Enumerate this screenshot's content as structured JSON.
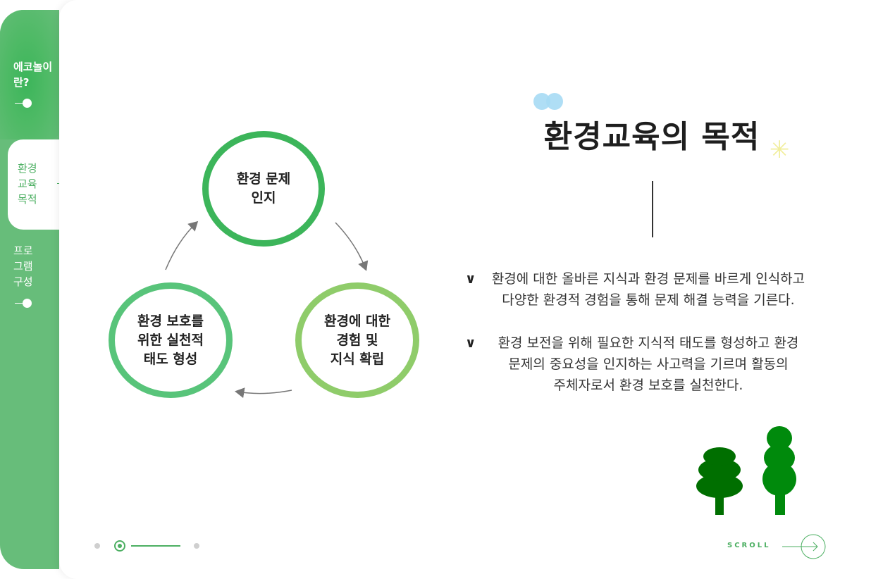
{
  "sidebar": {
    "items": [
      {
        "label": "에코놀이\n란?",
        "state": "default"
      },
      {
        "label": "환경\n교육\n목적",
        "state": "active"
      },
      {
        "label": "프로\n그램\n구성",
        "state": "default"
      }
    ]
  },
  "diagram": {
    "steps": [
      {
        "label": "환경 문제\n인지",
        "color": "#3cb55a"
      },
      {
        "label": "환경에 대한\n경험 및\n지식 확립",
        "color": "#8fcc6a"
      },
      {
        "label": "환경 보호를\n위한 실천적\n태도 형성",
        "color": "#58c47a"
      }
    ]
  },
  "content": {
    "title": "환경교육의 목적",
    "bullets": [
      {
        "check": "∨",
        "text": "환경에 대한 올바른 지식과 환경 문제를 바르게 인식하고\n다양한 환경적 경험을 통해 문제 해결 능력을 기른다."
      },
      {
        "check": "∨",
        "text": "환경 보전을 위해 필요한 지식적 태도를 형성하고 환경\n문제의 중요성을 인지하는 사고력을 기르며 활동의\n주체자로서 환경 보호를 실천한다."
      }
    ]
  },
  "pagination": {
    "current": 2,
    "total": 3
  },
  "scroll": {
    "label": "SCROLL"
  },
  "colors": {
    "sidebar": "#67bd7a",
    "accent": "#4caf62",
    "tree_dark": "#006f00",
    "tree_light": "#008a0c",
    "bubble": "#a6daf4",
    "star": "#f1ee9c"
  }
}
